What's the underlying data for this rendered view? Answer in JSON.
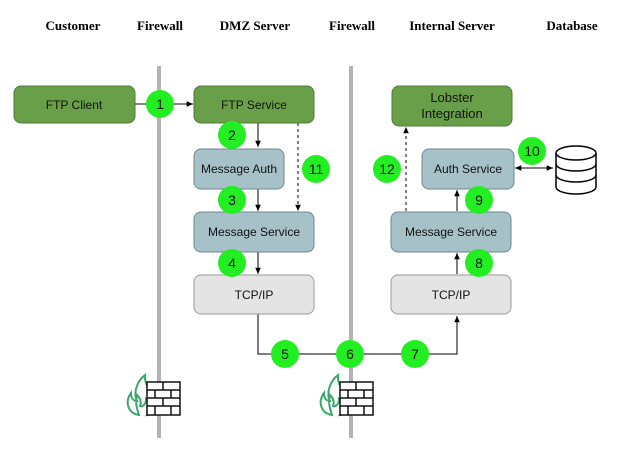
{
  "headers": {
    "customer": "Customer",
    "firewall_left": "Firewall",
    "dmz_server": "DMZ Server",
    "firewall_right": "Firewall",
    "internal_server": "Internal Server",
    "database": "Database"
  },
  "boxes": {
    "ftp_client": "FTP Client",
    "ftp_service": "FTP Service",
    "message_auth": "Message Auth",
    "dmz_message_service": "Message Service",
    "dmz_tcpip": "TCP/IP",
    "lobster_integration_line1": "Lobster",
    "lobster_integration_line2": "Integration",
    "auth_service": "Auth Service",
    "internal_message_service": "Message Service",
    "internal_tcpip": "TCP/IP"
  },
  "steps": [
    "1",
    "2",
    "3",
    "4",
    "5",
    "6",
    "7",
    "8",
    "9",
    "10",
    "11",
    "12"
  ],
  "icons": [
    "firewall-icon",
    "firewall-icon",
    "database-icon"
  ],
  "colors": {
    "green_box": "#6a9f4a",
    "blue_box": "#a7c1c9",
    "gray_box": "#e4e4e4",
    "step_marker": "#22ee22",
    "firewall_line": "#b3b3b3",
    "flame": "#3aa86a"
  }
}
